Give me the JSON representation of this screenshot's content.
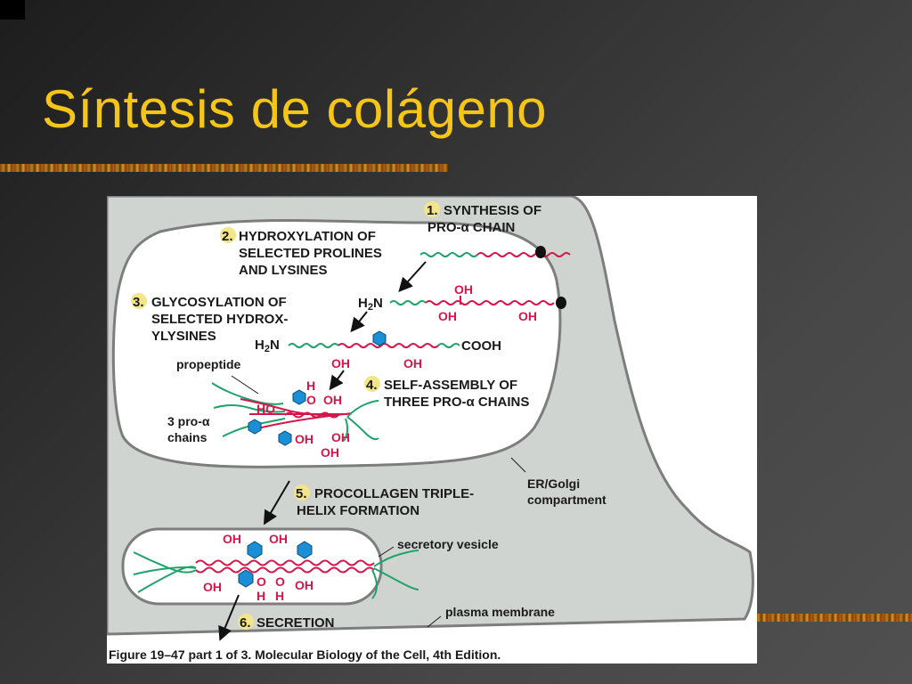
{
  "slide": {
    "title": "Síntesis de colágeno"
  },
  "figure": {
    "steps": {
      "s1": {
        "num": "1.",
        "line1": "SYNTHESIS OF",
        "line2": "PRO-α CHAIN"
      },
      "s2": {
        "num": "2.",
        "line1": "HYDROXYLATION OF",
        "line2": "SELECTED PROLINES",
        "line3": "AND LYSINES"
      },
      "s3": {
        "num": "3.",
        "line1": "GLYCOSYLATION OF",
        "line2": "SELECTED HYDROX-",
        "line3": "YLYSINES"
      },
      "s4": {
        "num": "4.",
        "line1": "SELF-ASSEMBLY OF",
        "line2": "THREE PRO-α CHAINS"
      },
      "s5": {
        "num": "5.",
        "line1": "PROCOLLAGEN TRIPLE-",
        "line2": "HELIX FORMATION"
      },
      "s6": {
        "num": "6.",
        "line1": "SECRETION"
      }
    },
    "labels": {
      "propeptide": "propeptide",
      "pro_chains_1": "3 pro-α",
      "pro_chains_2": "chains",
      "er_golgi_1": "ER/Golgi",
      "er_golgi_2": "compartment",
      "secretory_vesicle": "secretory vesicle",
      "plasma_membrane": "plasma membrane",
      "h2n": "H2N",
      "cooh": "COOH",
      "oh": "OH",
      "ho": "HO",
      "h": "H",
      "o": "O"
    },
    "caption": "Figure 19–47 part 1 of 3. Molecular Biology of the Cell, 4th Edition.",
    "colors": {
      "cell": "#cfd4d1",
      "membrane": "#7d7d7d",
      "chain_red": "#d4174a",
      "chain_green": "#1fa36a",
      "sugar": "#1b8fd6"
    }
  }
}
